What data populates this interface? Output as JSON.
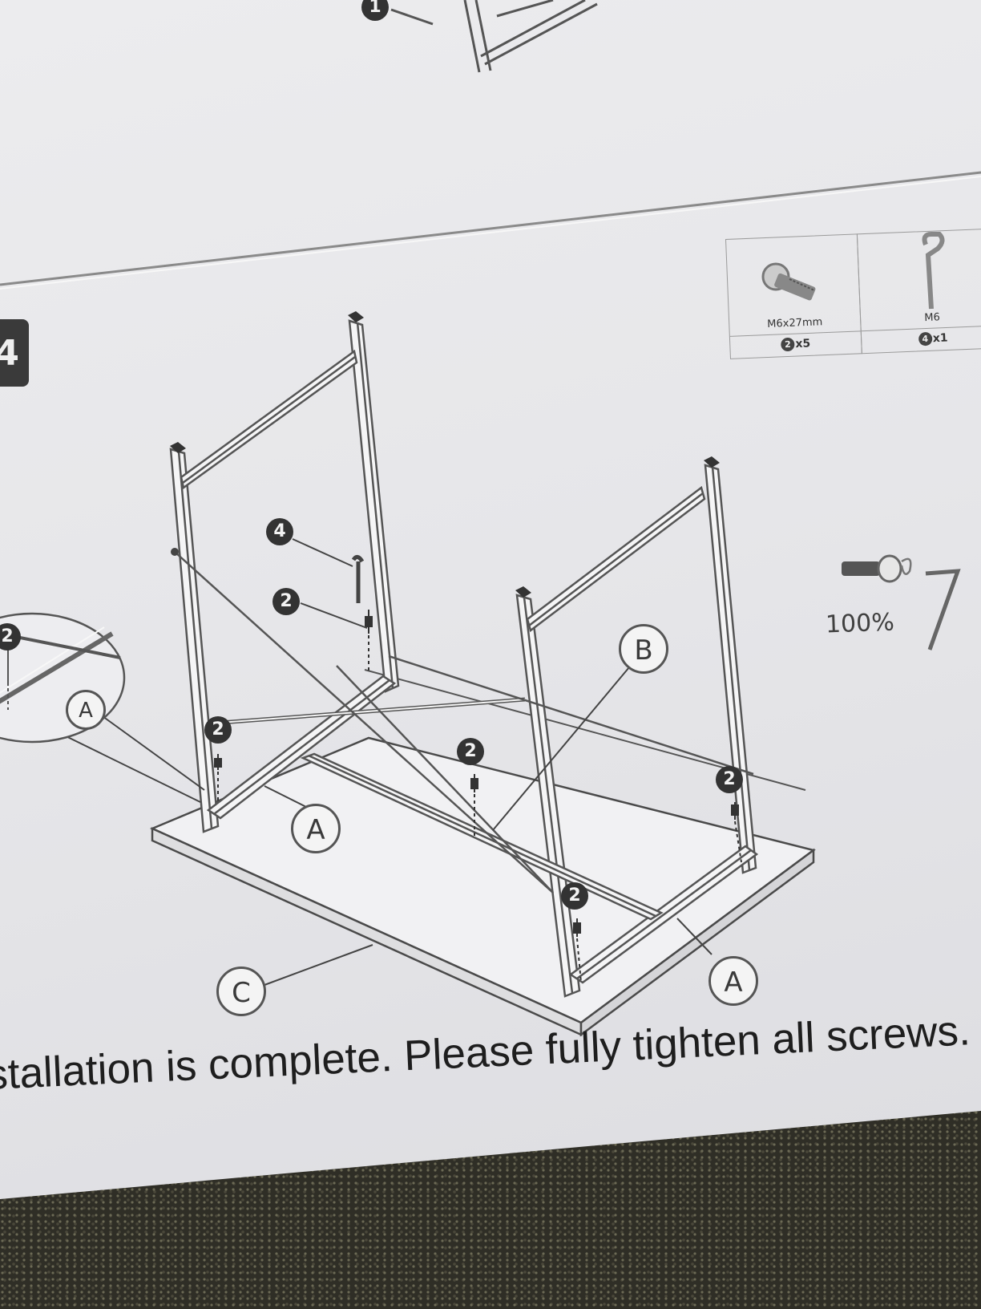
{
  "step": {
    "number": "4"
  },
  "top_step_badge": "1",
  "parts": [
    {
      "name": "bolt",
      "spec": "M6x27mm",
      "badge": "2",
      "qty": "x5",
      "icon": "bolt-icon"
    },
    {
      "name": "allen-key",
      "spec": "M6",
      "badge": "4",
      "qty": "x1",
      "icon": "allen-key-icon"
    }
  ],
  "tighten_level": "100%",
  "callouts": {
    "frame_left": "A",
    "frame_right": "A",
    "brace": "B",
    "tabletop": "C",
    "zoom_inset": "A"
  },
  "markers": {
    "key": "4",
    "screw": "2"
  },
  "caption": "stallation is complete. Please fully tighten all screws."
}
